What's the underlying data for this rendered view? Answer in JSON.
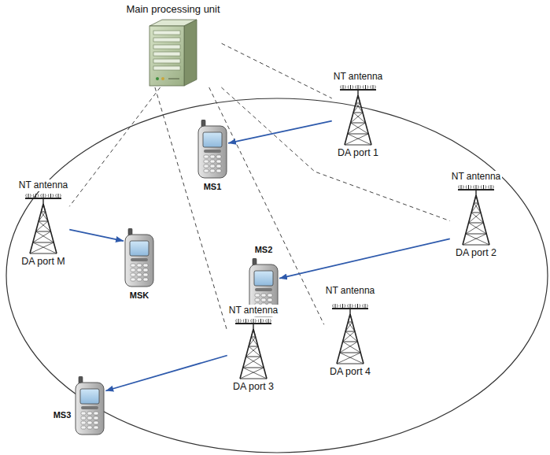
{
  "diagram": {
    "nodes": [
      {
        "text": [
          "Main processing unit"
        ]
      },
      {
        "text": [
          "NT antenna",
          "DA port 1"
        ]
      },
      {
        "text": [
          "MS1"
        ]
      },
      {
        "text": [
          "NT antenna",
          "DA port M"
        ]
      },
      {
        "text": [
          "MSK"
        ]
      },
      {
        "text": [
          "NT antenna",
          "DA port 2"
        ]
      },
      {
        "text": [
          "MS2"
        ]
      },
      {
        "text": [
          "NT antenna",
          "DA port 4"
        ]
      },
      {
        "text": [
          "MS3"
        ]
      },
      {
        "text": [
          "NT antenna",
          "DA port 3"
        ]
      }
    ],
    "edges": [
      {
        "from": 0,
        "to": 1,
        "arrow": "none"
      },
      {
        "from": 0,
        "to": 3,
        "arrow": "none"
      },
      {
        "from": 0,
        "to": 5,
        "arrow": "none"
      },
      {
        "from": 0,
        "to": 7,
        "arrow": "none"
      },
      {
        "from": 0,
        "to": 9,
        "arrow": "none"
      },
      {
        "from": 1,
        "to": 2,
        "arrow": "to"
      },
      {
        "from": 3,
        "to": 4,
        "arrow": "to"
      },
      {
        "from": 5,
        "to": 6,
        "arrow": "to"
      },
      {
        "from": 9,
        "to": 8,
        "arrow": "to"
      }
    ]
  }
}
